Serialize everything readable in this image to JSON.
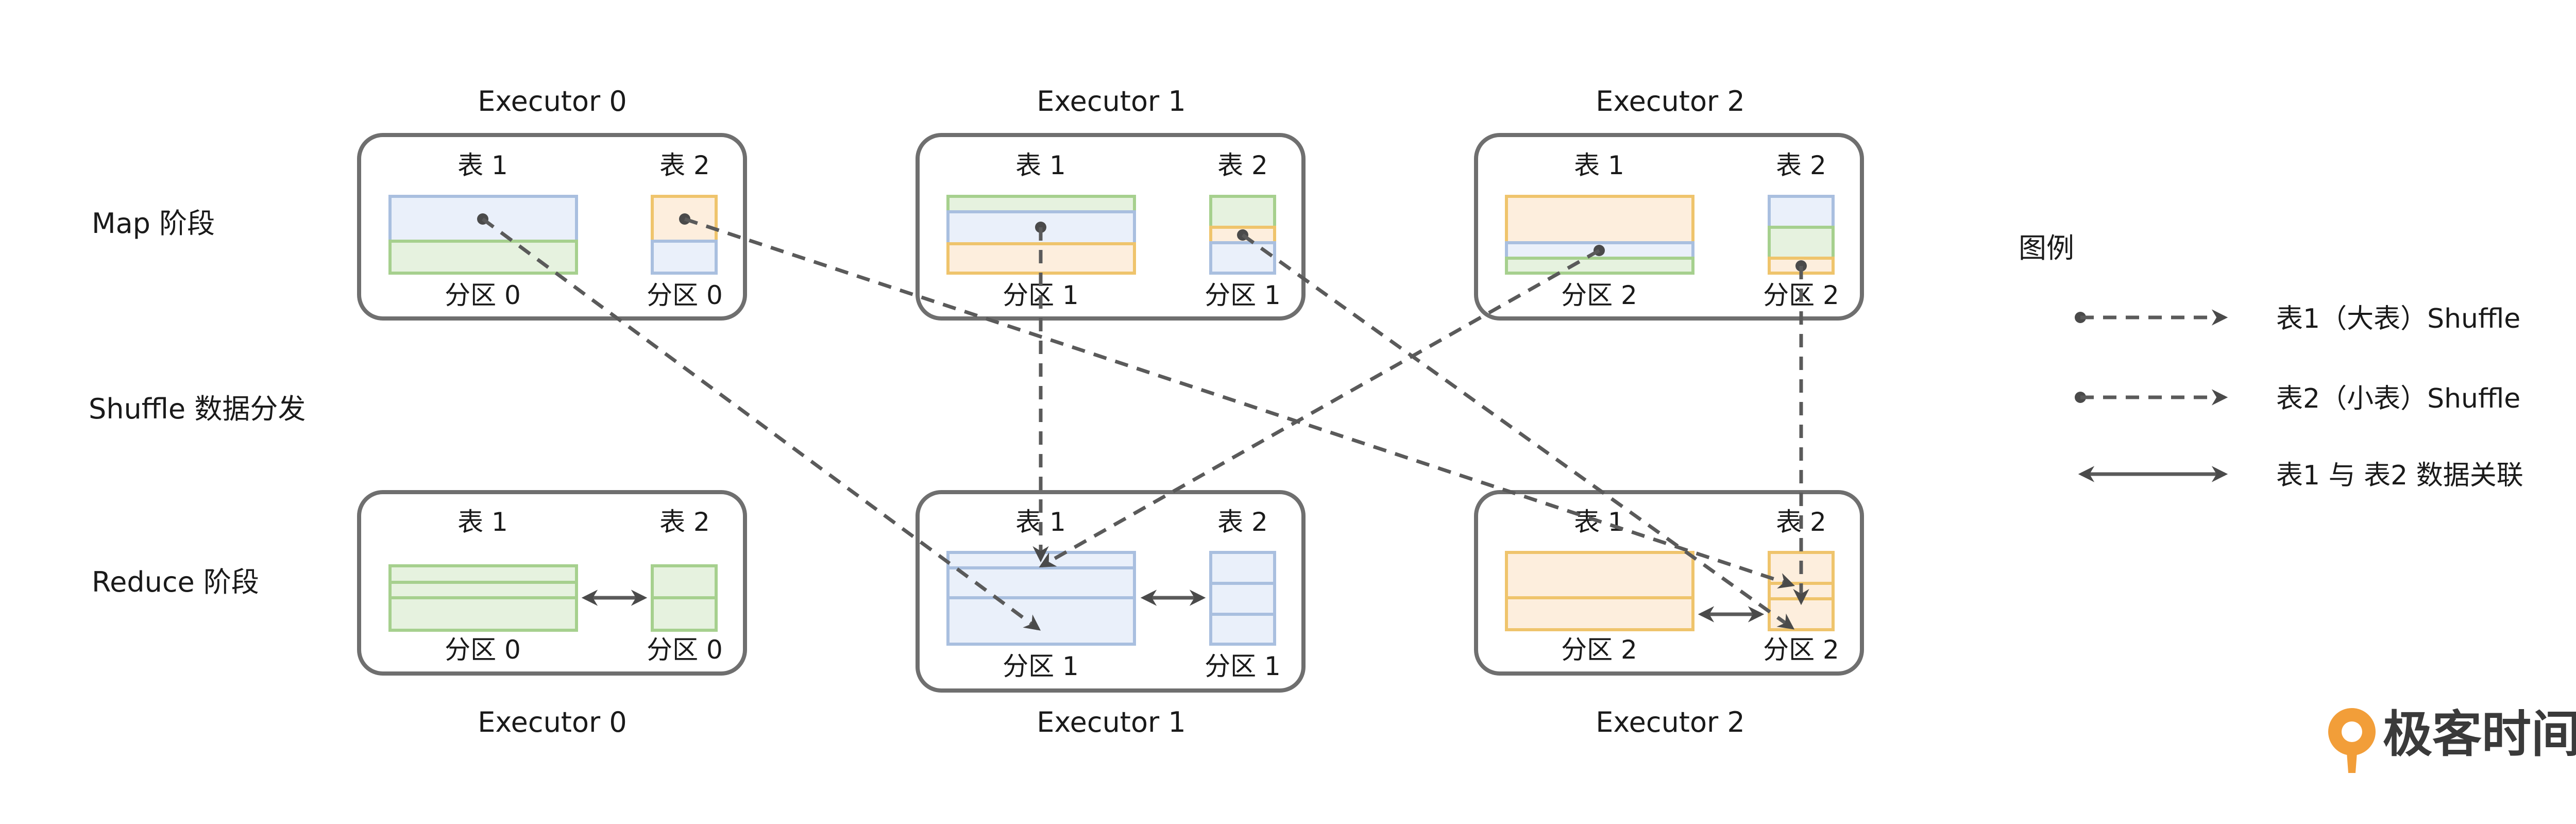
{
  "colors": {
    "blue_fill": "#eaf0fa",
    "blue_line": "#a9bfdf",
    "green_fill": "#e6f2df",
    "green_line": "#a6d08e",
    "orange_fill": "#fdeedd",
    "orange_line": "#efc46c",
    "box_line": "#6f6f6f",
    "arrow": "#5a5a5a",
    "brand": "#f29e39"
  },
  "stages": {
    "map": "Map 阶段",
    "shuffle": "Shuffle 数据分发",
    "reduce": "Reduce 阶段"
  },
  "top_executors": [
    "Executor 0",
    "Executor 1",
    "Executor 2"
  ],
  "bottom_executors": [
    "Executor 0",
    "Executor 1",
    "Executor 2"
  ],
  "map_boxes": [
    {
      "table1": "表 1",
      "table2": "表 2",
      "part1": "分区 0",
      "part2": "分区 0"
    },
    {
      "table1": "表 1",
      "table2": "表 2",
      "part1": "分区 1",
      "part2": "分区 1"
    },
    {
      "table1": "表 1",
      "table2": "表 2",
      "part1": "分区 2",
      "part2": "分区 2"
    }
  ],
  "reduce_boxes": [
    {
      "table1": "表 1",
      "table2": "表 2",
      "part1": "分区 0",
      "part2": "分区 0"
    },
    {
      "table1": "表 1",
      "table2": "表 2",
      "part1": "分区 1",
      "part2": "分区 1"
    },
    {
      "table1": "表 1",
      "table2": "表 2",
      "part1": "分区 2",
      "part2": "分区 2"
    }
  ],
  "legend": {
    "title": "图例",
    "items": [
      {
        "label": "表1（大表）Shuffle",
        "icon": "dashed-arrow-icon"
      },
      {
        "label": "表2（小表）Shuffle",
        "icon": "dashed-arrow-icon"
      },
      {
        "label": "表1 与 表2 数据关联",
        "icon": "double-arrow-icon"
      }
    ]
  },
  "brand": {
    "name": "极客时间",
    "icon": "geektime-logo-icon"
  }
}
